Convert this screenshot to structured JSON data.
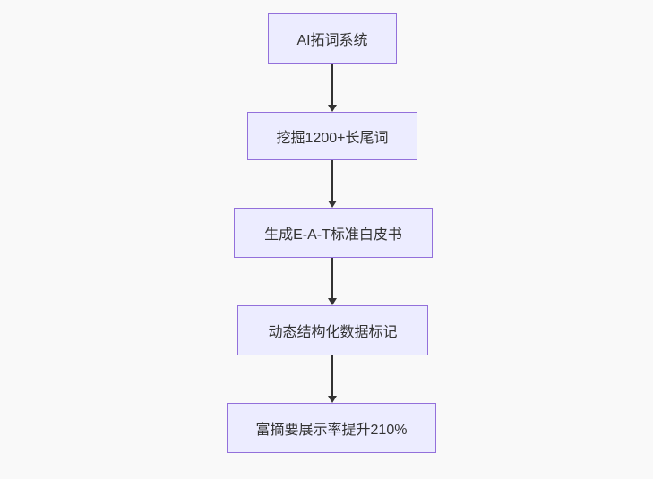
{
  "colors": {
    "background": "#f9f9f9",
    "node_fill": "#ececff",
    "node_border": "#9370db",
    "node_text": "#333333",
    "edge": "#333333"
  },
  "flowchart": {
    "type": "flowchart",
    "direction": "top-down",
    "nodes": [
      {
        "label": "AI拓词系统"
      },
      {
        "label": "挖掘1200+长尾词"
      },
      {
        "label": "生成E-A-T标准白皮书"
      },
      {
        "label": "动态结构化数据标记"
      },
      {
        "label": "富摘要展示率提升210%"
      }
    ],
    "edges": [
      {
        "from": 0,
        "to": 1,
        "arrow": "down"
      },
      {
        "from": 1,
        "to": 2,
        "arrow": "down"
      },
      {
        "from": 2,
        "to": 3,
        "arrow": "down"
      },
      {
        "from": 3,
        "to": 4,
        "arrow": "down"
      }
    ]
  }
}
